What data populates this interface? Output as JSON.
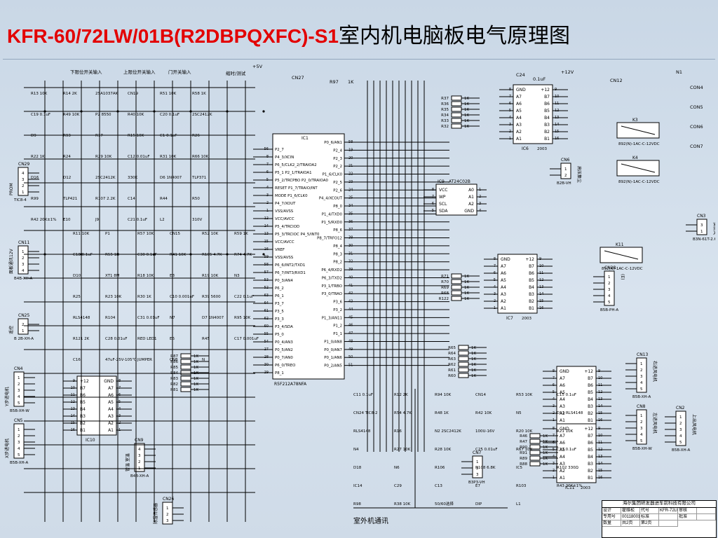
{
  "title": {
    "model": "KFR-60/72LW/01B(R2DBPQXFC)-S1",
    "suffix": "室内机电脑板电气原理图"
  },
  "ic1": {
    "name": "IC1",
    "part": "R5F212A78NFA",
    "left_pins": [
      {
        "label": "P2_7",
        "num": "56"
      },
      {
        "label": "P4_3/XCIN",
        "num": "8"
      },
      {
        "label": "P6_5/CLK2_2/TRAIOA2",
        "num": "7"
      },
      {
        "label": "P5_1  P2_1/TRAIOA1",
        "num": "6"
      },
      {
        "label": "P5_2/TRCPBO P2_0/TRAIOA0",
        "num": "5"
      },
      {
        "label": "RESET  P1_7/TRAIO/INT",
        "num": "4"
      },
      {
        "label": "MODE  P1_6/CLK0",
        "num": "3"
      },
      {
        "label": "P4_7/XOUT",
        "num": "2"
      },
      {
        "label": "VSS/AVSS",
        "num": "1"
      },
      {
        "label": "VCC/AVCC",
        "num": "12"
      },
      {
        "label": "P5_4/TRCIOD",
        "num": "14"
      },
      {
        "label": "P5_3/TRCIOC P4_5/INT0",
        "num": "13"
      },
      {
        "label": "VCC/AVCC",
        "num": "15"
      },
      {
        "label": "VREF",
        "num": "16"
      },
      {
        "label": "VSS/AVSS",
        "num": "59"
      },
      {
        "label": "P6_6/INT2/TXD1",
        "num": "58"
      },
      {
        "label": "P6_7/INT3/RXD1",
        "num": "57"
      },
      {
        "label": "P0_3/AN4",
        "num": "53"
      },
      {
        "label": "P6_2",
        "num": "52"
      },
      {
        "label": "P6_1",
        "num": "63"
      },
      {
        "label": "P3_7",
        "num": "64"
      },
      {
        "label": "P3_5",
        "num": "61"
      },
      {
        "label": "P3_3",
        "num": "62"
      },
      {
        "label": "P3_4/SDA",
        "num": "60"
      },
      {
        "label": "P5_0",
        "num": "55"
      },
      {
        "label": "P0_4/AN3",
        "num": "54"
      },
      {
        "label": "P0_5/AN2",
        "num": "27"
      },
      {
        "label": "P0_7/AN0",
        "num": "28"
      },
      {
        "label": "P6_0/TREO",
        "num": "30"
      },
      {
        "label": "P8_1",
        "num": "29"
      }
    ],
    "right_pins": [
      {
        "label": "P0_6/AN1",
        "num": "58"
      },
      {
        "label": "P2_4",
        "num": "19"
      },
      {
        "label": "P2_3",
        "num": "20"
      },
      {
        "label": "P2_2",
        "num": "21"
      },
      {
        "label": "P1_6/CLK0",
        "num": "22"
      },
      {
        "label": "P2_5",
        "num": "23"
      },
      {
        "label": "P2_6",
        "num": "24"
      },
      {
        "label": "P4_4/XCOUT",
        "num": "25"
      },
      {
        "label": "P8_0",
        "num": "34"
      },
      {
        "label": "P1_4/TXD0",
        "num": "35"
      },
      {
        "label": "P1_5/RXD0",
        "num": "36"
      },
      {
        "label": "P8_6",
        "num": "37"
      },
      {
        "label": "P8_7/TRFO12",
        "num": "38"
      },
      {
        "label": "P8_4",
        "num": "30"
      },
      {
        "label": "P8_3",
        "num": "31"
      },
      {
        "label": "P8_2",
        "num": "32"
      },
      {
        "label": "P6_4/RXD2",
        "num": "39"
      },
      {
        "label": "P6_3/TXD2",
        "num": "40"
      },
      {
        "label": "P3_1/TRBO",
        "num": "41"
      },
      {
        "label": "P3_0/TRAO",
        "num": "42"
      },
      {
        "label": "P3_6",
        "num": "43"
      },
      {
        "label": "P3_2",
        "num": "44"
      },
      {
        "label": "P1_3/AN11",
        "num": "45"
      },
      {
        "label": "P1_2",
        "num": "46"
      },
      {
        "label": "P1_1",
        "num": "47"
      },
      {
        "label": "P1_0/AN8",
        "num": "48"
      },
      {
        "label": "P0_0/AN7",
        "num": "49"
      },
      {
        "label": "P0_1/AN6",
        "num": "50"
      },
      {
        "label": "P0_2/AN5",
        "num": "51"
      }
    ]
  },
  "drivers": [
    {
      "name": "IC6",
      "date": "2003",
      "left": [
        "GND",
        "A7",
        "A6",
        "A5",
        "A4",
        "A3",
        "A2",
        "A1"
      ],
      "right": [
        "+12",
        "B7",
        "B6",
        "B5",
        "B4",
        "B3",
        "B2",
        "B1"
      ],
      "lnum": [
        "8",
        "7",
        "6",
        "5",
        "4",
        "3",
        "2",
        "1"
      ],
      "rnum": [
        "9",
        "10",
        "11",
        "12",
        "13",
        "14",
        "15",
        "16"
      ]
    },
    {
      "name": "IC7",
      "date": "2003",
      "left": [
        "GND",
        "A7",
        "A6",
        "A5",
        "A4",
        "A3",
        "A2",
        "A1"
      ],
      "right": [
        "+12",
        "B7",
        "B6",
        "B5",
        "B4",
        "B3",
        "B2",
        "B1"
      ],
      "lnum": [
        "8",
        "7",
        "6",
        "5",
        "4",
        "3",
        "2",
        "1"
      ],
      "rnum": [
        "9",
        "10",
        "11",
        "12",
        "13",
        "14",
        "15",
        "16"
      ]
    },
    {
      "name": "IC8",
      "date": "2003",
      "left": [
        "GND",
        "A7",
        "A6",
        "A5",
        "A4",
        "A3",
        "A2",
        "A1"
      ],
      "right": [
        "+12",
        "B7",
        "B6",
        "B5",
        "B4",
        "B3",
        "B2",
        "B1"
      ],
      "lnum": [
        "8",
        "7",
        "6",
        "5",
        "4",
        "3",
        "2",
        "1"
      ],
      "rnum": [
        "9",
        "10",
        "11",
        "12",
        "13",
        "14",
        "15",
        "16"
      ]
    },
    {
      "name": "IC11",
      "date": "2003",
      "left": [
        "GND",
        "A7",
        "A6",
        "A5",
        "A4",
        "A3",
        "A2",
        "A1"
      ],
      "right": [
        "+12",
        "B7",
        "B6",
        "B5",
        "B4",
        "B3",
        "B2",
        "B1"
      ],
      "lnum": [
        "8",
        "7",
        "6",
        "5",
        "4",
        "3",
        "2",
        "1"
      ],
      "rnum": [
        "9",
        "10",
        "11",
        "12",
        "13",
        "14",
        "15",
        "16"
      ]
    },
    {
      "name": "IC10",
      "date": "",
      "left": [
        "+12",
        "B7",
        "B6",
        "B5",
        "B4",
        "B3",
        "B2",
        "B1"
      ],
      "right": [
        "GND",
        "A7",
        "A6",
        "A5",
        "A4",
        "A3",
        "A2",
        "A1"
      ],
      "lnum": [
        "9",
        "10",
        "11",
        "12",
        "13",
        "14",
        "15",
        "16"
      ],
      "rnum": [
        "8",
        "7",
        "6",
        "5",
        "4",
        "3",
        "2",
        "1"
      ]
    }
  ],
  "eeprom": {
    "name": "IC9",
    "part": "AT24C02B",
    "left": [
      "VCC",
      "WP",
      "SCL",
      "SDA"
    ],
    "right": [
      "A0",
      "A1",
      "A2",
      "GND"
    ],
    "lnum": [
      "8",
      "7",
      "6",
      "5"
    ],
    "rnum": [
      "1",
      "2",
      "3",
      "4"
    ]
  },
  "top_labels": [
    "下限位开关输入",
    "上限位开关输入",
    "门开关输入",
    "缩时/测试",
    "+5V",
    "CN27",
    "R97",
    "1K",
    "C24",
    "0.1uF",
    "+12V",
    "CN12",
    "N1",
    "CON4",
    "CON5",
    "CON6",
    "CON7"
  ],
  "connectors": [
    {
      "name": "CN29",
      "sub": "TIC8-4",
      "label": "PROM",
      "pins": [
        "4",
        "3",
        "2",
        "1"
      ]
    },
    {
      "name": "CN11",
      "sub": "B4B-XH-A",
      "label": "面板通讯12V",
      "pins": [
        "1",
        "2",
        "3",
        "4"
      ]
    },
    {
      "name": "CN25",
      "sub": "B 2B-XH-A",
      "label": "遥控",
      "pins": [
        "2",
        "1"
      ]
    },
    {
      "name": "CN4",
      "sub": "B5B-XH-W",
      "label": "Y步进电机",
      "pins": [
        "1",
        "2",
        "3",
        "4",
        "5"
      ]
    },
    {
      "name": "CN5",
      "sub": "B5B-XH-A",
      "label": "X步进电机",
      "pins": [
        "1",
        "2",
        "3",
        "4",
        "5"
      ]
    },
    {
      "name": "CN9",
      "sub": "B4B-XH-A",
      "label": "管温 室温",
      "pins": [
        "4",
        "3",
        "2",
        "1"
      ]
    },
    {
      "name": "CN26",
      "sub": "",
      "label": "除湿传感器",
      "pins": [
        "1",
        "2",
        "3"
      ]
    },
    {
      "name": "CN6",
      "sub": "B2B-VH",
      "label": "高压集尘",
      "pins": [
        "1",
        "2"
      ]
    },
    {
      "name": "CN28",
      "sub": "B5B-PH-A",
      "label": "(E)",
      "pins": [
        "1",
        "2",
        "3",
        "4",
        "5"
      ]
    },
    {
      "name": "CN13",
      "sub": "B5B-XH-A",
      "label": "右进风电机",
      "pins": [
        "1",
        "2",
        "3",
        "4",
        "5"
      ]
    },
    {
      "name": "CN8",
      "sub": "B5B-XH-W",
      "label": "左进风电机",
      "pins": [
        "1",
        "2",
        "3",
        "4",
        "5"
      ]
    },
    {
      "name": "CN2",
      "sub": "B5B-XH-A",
      "label": "上出风电机",
      "pins": [
        "1",
        "2",
        "3",
        "4",
        "5"
      ]
    },
    {
      "name": "CN3",
      "sub": "B3N-61T-2.68",
      "label": "换新风",
      "pins": [
        "3",
        "1"
      ]
    },
    {
      "name": "CN7",
      "sub": "B3P3-VH",
      "label": "",
      "pins": [
        "1",
        "2",
        "3"
      ]
    }
  ],
  "relays": [
    {
      "name": "K3",
      "part": "892(N)-1AC-C-12VDC"
    },
    {
      "name": "K4",
      "part": "892(N)-1AC-C-12VDC"
    },
    {
      "name": "K11",
      "part": "892(N)-1AC-C-12VDC"
    }
  ],
  "resistor_banks": [
    {
      "names": [
        "R37",
        "R36",
        "R35",
        "R34",
        "R33",
        "R32"
      ],
      "value": "1K"
    },
    {
      "names": [
        "R71",
        "R70",
        "R69",
        "R68",
        "R122"
      ],
      "value": "1K"
    },
    {
      "names": [
        "R65",
        "R64",
        "R63",
        "R62",
        "R61",
        "R60"
      ],
      "value": "1K"
    },
    {
      "names": [
        "R46",
        "R47",
        "R90",
        "R91",
        "R89",
        "R88"
      ],
      "value": "1K"
    },
    {
      "names": [
        "R87",
        "R86",
        "R85",
        "R84",
        "R83",
        "R82",
        "R81"
      ],
      "value": "1K"
    }
  ],
  "misc_labels": [
    "R13 10K",
    "R11 10K",
    "C11 0.1uF",
    "R14 2K",
    "P1",
    "R12 2K",
    "2SA1037AK",
    "R57 10K",
    "R94 10K",
    "CN19",
    "CN15",
    "CN14",
    "R51 10K",
    "R52 10K",
    "R53 10K",
    "R58 1K",
    "R59 1K",
    "C15 0.1uF",
    "C19 0.1uF",
    "C18 0.1uF",
    "CN24 TIC8-2",
    "R49 10K",
    "R55 1K",
    "R54 4.7K",
    "P2 8550",
    "C30 0.1uF",
    "R48 1K",
    "R40 10K",
    "R41 10K",
    "R42 10K",
    "C20 0.1uF",
    "R105 4.7K",
    "N5",
    "2SC2412K",
    "R74 4.7K",
    "D11 RLS4148",
    "D9",
    "D10",
    "RLS4148",
    "R93",
    "XT1 8M",
    "R16",
    "R17",
    "R18 10K",
    "N2 2SC2412K",
    "R15 10K",
    "E8",
    "100U-16V",
    "C1 0.1uF",
    "R19 10K",
    "R20 10K",
    "R26",
    "N3",
    "R21 10K",
    "R22 1K",
    "R25",
    "N4",
    "R24",
    "R23 10K",
    "R27 10K",
    "R29 10K",
    "R30 1K",
    "R28 10K",
    "C12 0.01uF",
    "C10 0.001uF",
    "C25 0.01uF",
    "R31 10K",
    "R39 5600",
    "R67 10K",
    "R66 10K",
    "C22 0.1uF",
    "C23 0.1uF",
    "D16",
    "RLS4148",
    "D18",
    "D12",
    "R104",
    "N6",
    "2SC2412K",
    "C31 0.01uF",
    "R106",
    "330K",
    "N7",
    "R108 6.8K",
    "D6 1N4007",
    "D7 1N4007",
    "IC5",
    "TLP371",
    "R95 10K",
    "R102 330Ω",
    "R99",
    "R121 2K",
    "IC14",
    "TLP421",
    "C28 0.01uF",
    "C29",
    "R107 2.2K",
    "RED LED1",
    "C13",
    "C14",
    "E6",
    "E7",
    "R44",
    "R45",
    "R103",
    "R50",
    "C17 0.001uF",
    "R43 20K±1%",
    "R42 20K±1%",
    "C16",
    "R98",
    "E10",
    "47uF-25V-105℃",
    "R38 10K",
    "J9",
    "JUMPER",
    "50/60选择",
    "C21 0.1uF",
    "CN8",
    "DIP",
    "L2",
    "N",
    "L1",
    "310V"
  ],
  "bottom": {
    "caption": "室外机通讯"
  },
  "titleblock": {
    "company": "海尔集团研发器进车前科技有限公司",
    "rows": [
      "设计",
      "霍维松",
      "代号",
      "KFR-72LW/S(R2DBPQF)",
      "审核",
      "",
      "专用号",
      "0011800175",
      "标准",
      "",
      "批准",
      "",
      "数量",
      "共2页",
      "第2页",
      ""
    ]
  }
}
